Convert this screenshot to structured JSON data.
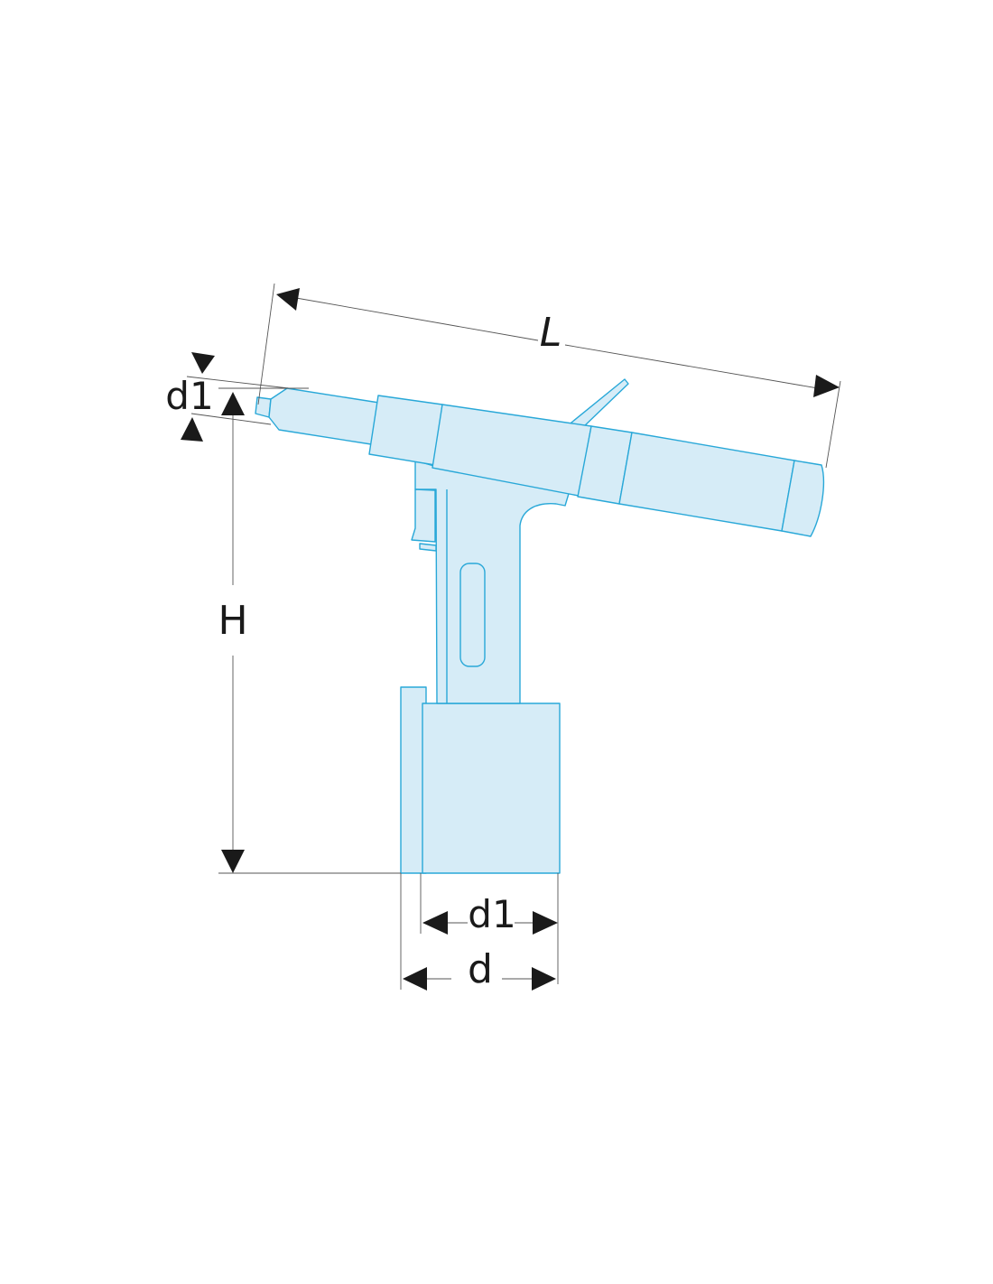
{
  "labels": {
    "length": "L",
    "nose_diameter": "d1",
    "height": "H",
    "base_diameter_inner": "d1",
    "base_diameter_outer": "d"
  },
  "colors": {
    "tool_fill": "#d6ecf7",
    "tool_stroke": "#29a8d8",
    "dimension_line": "#555555",
    "arrow": "#1a1a1a"
  }
}
